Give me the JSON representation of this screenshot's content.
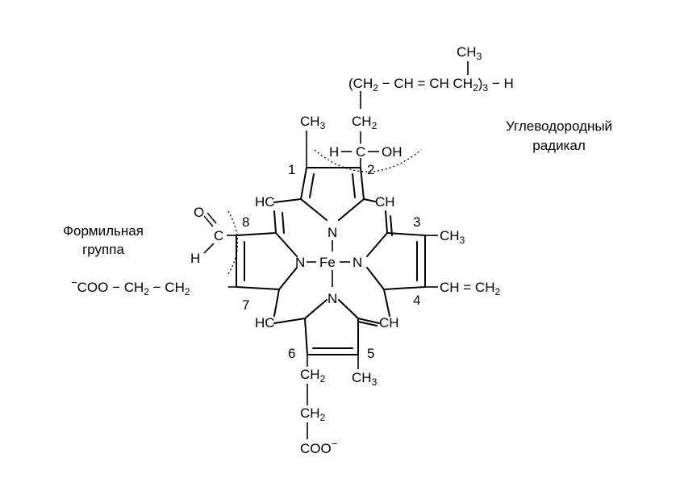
{
  "molecule": {
    "top_chain": {
      "paren_open": "(CH",
      "sub2a": "2",
      "rest1": " − CH = ",
      "ch_dbl": "CH CH",
      "sub2b": "2",
      "paren_close": ")",
      "sub3": "3",
      "tail": " − H",
      "methyl": "CH",
      "methyl_sub": "3"
    },
    "ring_a": {
      "methyl": "CH",
      "methyl_sub": "3",
      "ch2": "CH",
      "ch2_sub": "2",
      "h": "H",
      "c": "C",
      "oh": "OH",
      "pos1": "1",
      "pos2": "2"
    },
    "meso": {
      "hc_left_top": "HC",
      "ch_right_top": "CH",
      "hc_left_bottom": "HC",
      "ch_right_bottom": "CH"
    },
    "ring_b": {
      "pos3": "3",
      "pos4": "4",
      "methyl": "CH",
      "methyl_sub": "3",
      "vinyl": "CH = CH",
      "vinyl_sub": "2"
    },
    "center": {
      "n_top": "N",
      "n_left": "N",
      "fe": "Fe",
      "n_right": "N",
      "n_bottom": "N"
    },
    "ring_d": {
      "pos8": "8",
      "pos7": "7",
      "o": "O",
      "c": "C",
      "h": "H",
      "propionate": "COO − CH",
      "propionate_sub1": "2",
      "propionate_mid": " − CH",
      "propionate_sub2": "2",
      "minus": "−"
    },
    "ring_c": {
      "pos6": "6",
      "pos5": "5",
      "methyl": "CH",
      "methyl_sub": "3",
      "ch2a": "CH",
      "ch2a_sub": "2",
      "ch2b": "CH",
      "ch2b_sub": "2",
      "coo": "COO",
      "minus": "−"
    }
  },
  "annotations": {
    "hydrocarbon_line1": "Углеводородный",
    "hydrocarbon_line2": "радикал",
    "formyl_line1": "Формильная",
    "formyl_line2": "группа"
  }
}
